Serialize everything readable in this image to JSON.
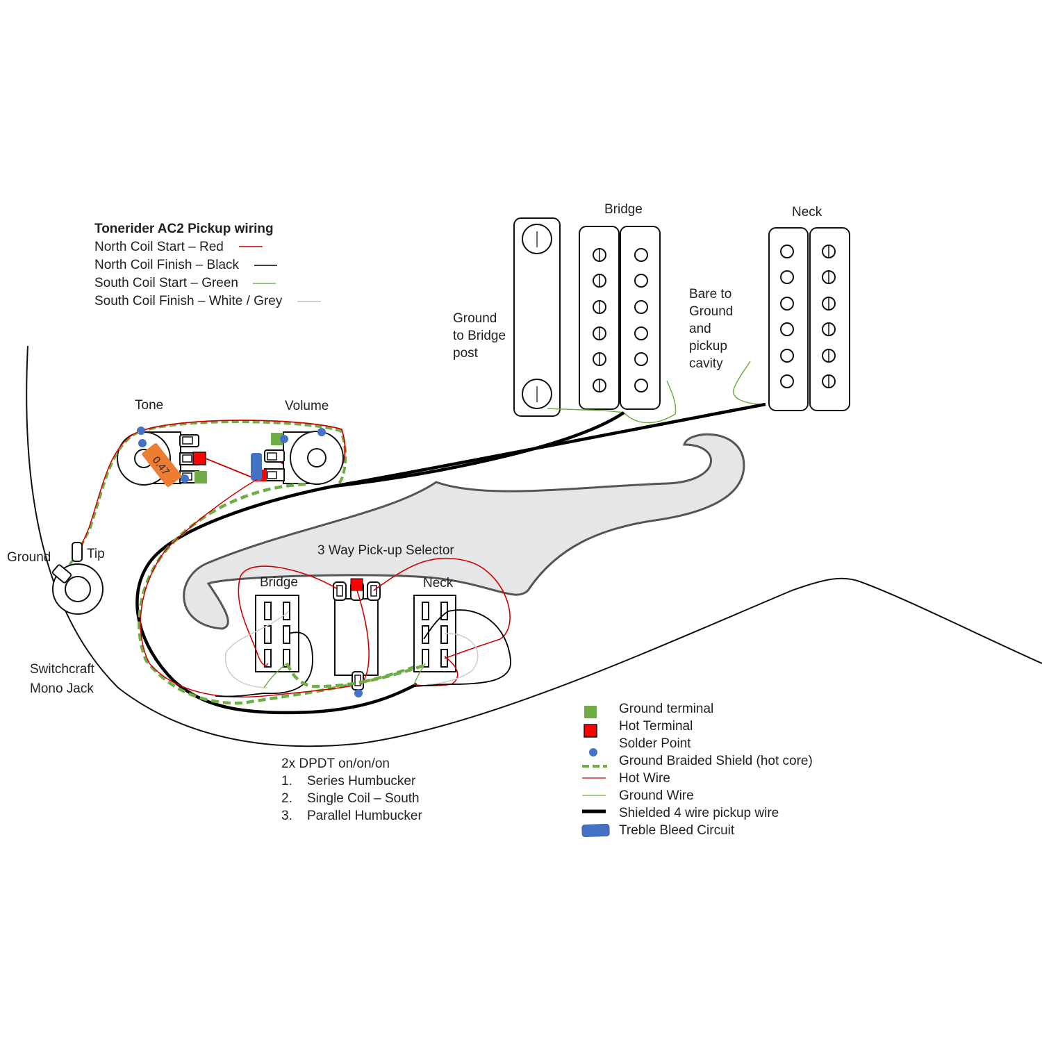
{
  "title": "Tonerider AC2 Pickup wiring",
  "color_code": [
    {
      "label": "North Coil Start – Red",
      "color": "#c00000"
    },
    {
      "label": "North Coil Finish – Black",
      "color": "#000000"
    },
    {
      "label": "South Coil Start – Green",
      "color": "#70ad47"
    },
    {
      "label": "South Coil Finish – White / Grey",
      "color": "#bfbfbf"
    }
  ],
  "pickups": {
    "bridge_label": "Bridge",
    "neck_label": "Neck",
    "ground_note": [
      "Ground",
      "to Bridge",
      "post"
    ],
    "bare_note": [
      "Bare to",
      "Ground",
      "and",
      "pickup",
      "cavity"
    ]
  },
  "controls": {
    "tone_label": "Tone",
    "volume_label": "Volume",
    "capacitor_value": "0.47"
  },
  "jack": {
    "ground_label": "Ground",
    "tip_label": "Tip",
    "name": [
      "Switchcraft",
      "Mono Jack"
    ]
  },
  "selector": {
    "title": "3 Way Pick-up Selector",
    "bridge_label": "Bridge",
    "neck_label": "Neck"
  },
  "switch_modes": {
    "heading": "2x DPDT on/on/on",
    "items": [
      {
        "num": "1.",
        "label": "Series Humbucker"
      },
      {
        "num": "2.",
        "label": "Single Coil – South"
      },
      {
        "num": "3.",
        "label": "Parallel Humbucker"
      }
    ]
  },
  "legend": [
    {
      "symbol": "ground-terminal",
      "label": "Ground terminal",
      "color": "#70ad47"
    },
    {
      "symbol": "hot-terminal",
      "label": "Hot Terminal",
      "color": "#ff0000"
    },
    {
      "symbol": "solder-point",
      "label": "Solder Point",
      "color": "#4472c4"
    },
    {
      "symbol": "braided-shield",
      "label": "Ground Braided Shield (hot core)",
      "color": "#70ad47"
    },
    {
      "symbol": "hot-wire",
      "label": "Hot Wire",
      "color": "#c00000"
    },
    {
      "symbol": "ground-wire",
      "label": "Ground Wire",
      "color": "#70ad47"
    },
    {
      "symbol": "shielded-wire",
      "label": "Shielded 4 wire pickup wire",
      "color": "#000000"
    },
    {
      "symbol": "treble-bleed",
      "label": "Treble Bleed Circuit",
      "color": "#4472c4"
    }
  ],
  "colors": {
    "hot": "#d00000",
    "ground": "#70ad47",
    "solder": "#4472c4",
    "terminal_hot": "#ff0000",
    "capacitor": "#ed7d31",
    "pickguard": "#e6e6e6",
    "grey_wire": "#cccccc"
  }
}
